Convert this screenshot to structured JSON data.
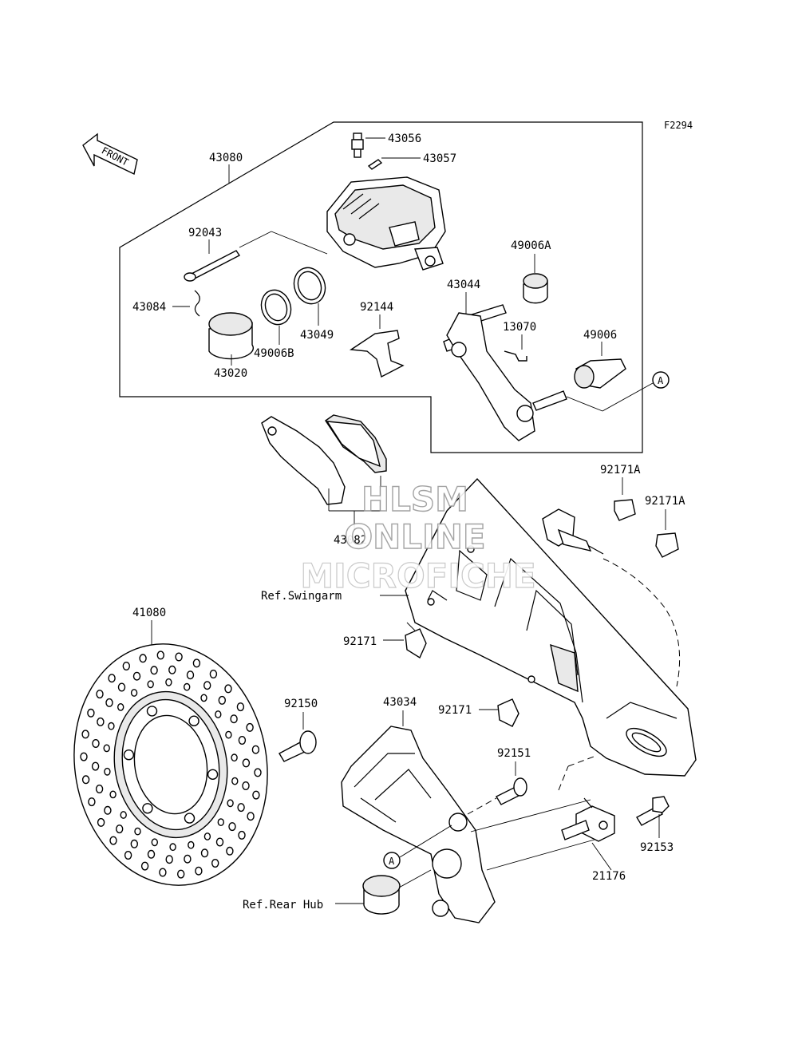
{
  "figure_code": "F2294",
  "front_label": "FRONT",
  "callout_marker": "A",
  "parts": {
    "p43080": "43080",
    "p43056": "43056",
    "p43057": "43057",
    "p92043": "92043",
    "p43084": "43084",
    "p43020": "43020",
    "p49006B": "49006B",
    "p43049": "43049",
    "p92144": "92144",
    "p43044": "43044",
    "p13070": "13070",
    "p49006A": "49006A",
    "p49006": "49006",
    "p43082": "43082",
    "p92171A_1": "92171A",
    "p92171A_2": "92171A",
    "p92171_1": "92171",
    "p92171_2": "92171",
    "p41080": "41080",
    "p92150": "92150",
    "p43034": "43034",
    "p92151": "92151",
    "p92153": "92153",
    "p21176": "21176"
  },
  "references": {
    "swingarm": "Ref.Swingarm",
    "rear_hub": "Ref.Rear Hub"
  },
  "watermark": {
    "line1": "HLSM",
    "line2": "ONLINE",
    "line3": "MICROFICHE"
  }
}
